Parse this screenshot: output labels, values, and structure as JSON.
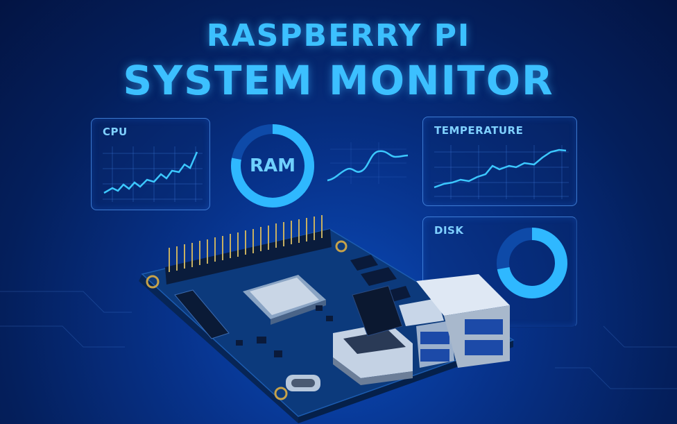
{
  "header": {
    "title_line1": "RASPBERRY PI",
    "title_line2": "SYSTEM MONITOR"
  },
  "widgets": {
    "cpu": {
      "label": "CPU"
    },
    "ram": {
      "label": "RAM",
      "usage_fraction": 0.78
    },
    "temperature": {
      "label": "TEMPERATURE"
    },
    "disk": {
      "label": "DISK",
      "usage_fraction": 0.72
    }
  },
  "colors": {
    "accent": "#3cc0ff",
    "panel_border": "#5096f0",
    "background": "#07328a",
    "board": "#0d3f85"
  }
}
